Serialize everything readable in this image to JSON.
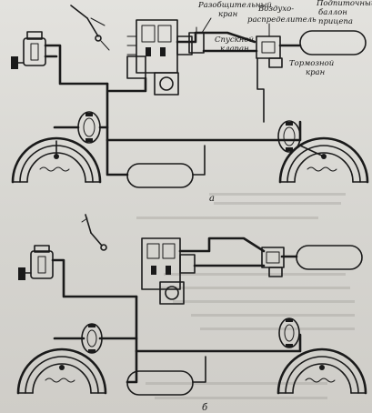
{
  "labels": {
    "distributor_valve": "Разобщительный",
    "distributor_valve_2": "кран",
    "air_divider": "Воздухо-",
    "air_divider_2": "распределитель",
    "release_valve": "Спускной",
    "release_valve_2": "клапан",
    "brake_valve": "Тормозной",
    "brake_valve_2": "кран",
    "reserve_tank": "Подпиточный",
    "reserve_tank_2": "баллон",
    "reserve_tank_3": "прицепа"
  },
  "figure_labels": {
    "top": "а",
    "bottom": "б"
  }
}
